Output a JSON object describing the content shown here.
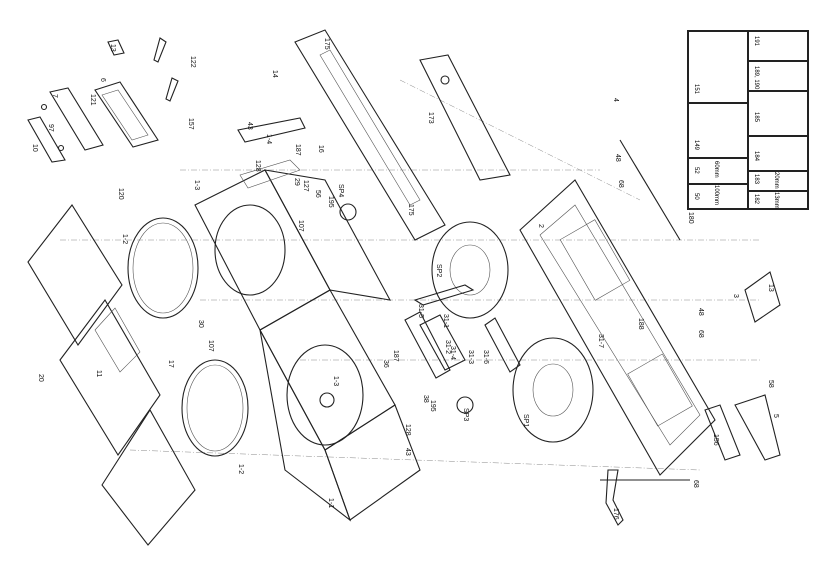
{
  "diagram": {
    "type": "exploded-parts-view",
    "part_labels": [
      "13",
      "122",
      "7",
      "121",
      "6",
      "157",
      "10",
      "97",
      "120",
      "1-3",
      "175",
      "14",
      "16",
      "43",
      "1-4",
      "128",
      "187",
      "127",
      "29",
      "56",
      "195",
      "SP4",
      "107",
      "173",
      "175",
      "4",
      "48",
      "68",
      "2",
      "180",
      "1-2",
      "SP2",
      "31-5",
      "31-1",
      "31-2",
      "31-4",
      "31-3",
      "31-6",
      "31-7",
      "48",
      "68",
      "13",
      "3",
      "188",
      "30",
      "107",
      "17",
      "11",
      "20",
      "1-3",
      "187",
      "36",
      "38",
      "195",
      "SP3",
      "SP1",
      "128",
      "43",
      "1-2",
      "1-1",
      "58",
      "5",
      "156",
      "68",
      "176"
    ],
    "accessory_box": {
      "cells": [
        {
          "id": "151",
          "note": ""
        },
        {
          "id": "191",
          "note": ""
        },
        {
          "id": "189, 190",
          "note": ""
        },
        {
          "id": "185",
          "note": ""
        },
        {
          "id": "149",
          "note": ""
        },
        {
          "id": "184",
          "note": ""
        },
        {
          "id": "52",
          "note": "60mm"
        },
        {
          "id": "183",
          "note": "20mm"
        },
        {
          "id": "50",
          "note": "100mm"
        },
        {
          "id": "182",
          "note": "13mm"
        }
      ]
    }
  }
}
